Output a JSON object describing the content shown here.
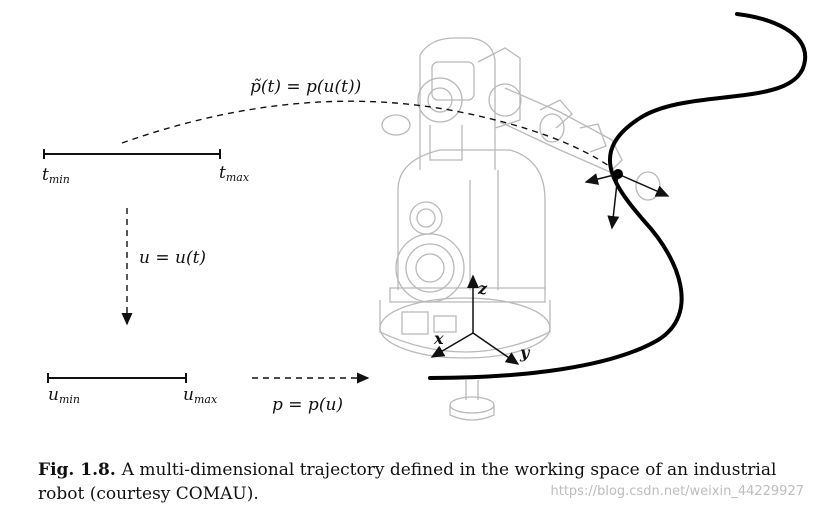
{
  "diagram": {
    "t_min": "t",
    "t_min_sub": "min",
    "t_max": "t",
    "t_max_sub": "max",
    "u_min": "u",
    "u_min_sub": "min",
    "u_max": "u",
    "u_max_sub": "max",
    "curve_label": "p̃(t) = p(u(t))",
    "map_label": "u = u(t)",
    "param_label": "p = p(u)",
    "axis_x": "x",
    "axis_y": "y",
    "axis_z": "z"
  },
  "caption": {
    "label": "Fig. 1.8.",
    "text": "A multi-dimensional trajectory defined in the working space of an industrial robot (courtesy COMAU)."
  },
  "watermark": "https://blog.csdn.net/weixin_44229927"
}
